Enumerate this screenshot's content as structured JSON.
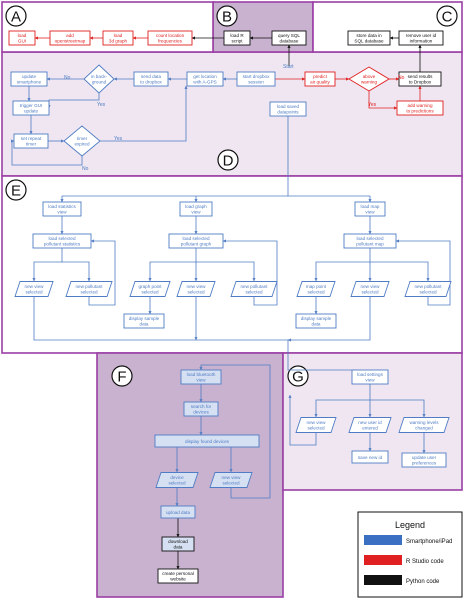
{
  "colors": {
    "blue": "#4f7cc4",
    "red": "#e02020",
    "black": "#111111",
    "purple": "#9b3fa5",
    "panel_dark": "#d8c8dc",
    "panel_mid": "#c9b2cf",
    "panel_light": "#efe6f1"
  },
  "sections": {
    "A": "A",
    "B": "B",
    "C": "C",
    "D": "D",
    "E": "E",
    "F": "F",
    "G": "G"
  },
  "nodes": {
    "load_gui": "load\nGUI",
    "add_openstreetmap": "add\nopenstreetmap",
    "load_3d_graph": "load\n3d graph",
    "count_location": "count location\nfrequencies",
    "load_r_script": "load R\nscript",
    "query_sql": "query SQL\ndatabase",
    "store_sql": "store data in\nSQL database",
    "remove_user_id": "remove user id\ninformation",
    "update_smartphone": "update\nsmartphone",
    "in_background": "in back-\nground",
    "send_dropbox": "send data\nto dropbox",
    "get_location": "get location\nwith A-GPS",
    "start_dropbox": "start dropbox\nsession",
    "predict_air": "predict\nair quality",
    "above_warning": "above\nwarning",
    "send_results": "send results\nto Dropbox",
    "trigger_gui": "trigger GUI\nupdate",
    "set_repeat": "set repeat\ntimer",
    "timer_expired": "timer\nexpired",
    "load_saved": "load saved\ndatapoints",
    "add_warning": "add warning\nto predictions",
    "load_stats_view": "load statistics\nview",
    "load_graph_view": "load graph\nview",
    "load_map_view": "load map\nview",
    "load_sel_stats": "load selected\npollutant statistics",
    "load_sel_graph": "load selected\npollutant graph",
    "load_sel_map": "load selected\npollutant map",
    "new_view_1": "new view\nselected",
    "new_pollutant_1": "new pollutant\nselected",
    "graph_point": "graph point\nselected",
    "new_view_2": "new view\nselected",
    "new_pollutant_2": "new pollutant\nselected",
    "map_point": "map point\nselected",
    "new_view_3": "new view\nselected",
    "new_pollutant_3": "new pollutant\nselected",
    "display_sample_1": "display sample\ndata",
    "display_sample_2": "display sample\ndata",
    "load_bt_view": "load bluetooth\nview",
    "search_devices": "search for\ndevices",
    "display_found": "display found devices",
    "device_selected": "device\nselected",
    "new_view_4": "new view\nselected",
    "upload_data": "upload data",
    "download_data": "download\ndata",
    "create_website": "create personal\nwebsite",
    "load_settings": "load settings\nview",
    "new_view_5": "new view\nselected",
    "new_user_id": "new user id\nentered",
    "warning_levels": "warning levels\nchanged",
    "save_new_id": "save new id",
    "update_prefs": "update user\npreferences"
  },
  "edge_labels": {
    "start": "Start",
    "no_bg": "No",
    "yes_bg": "Yes",
    "yes_timer": "Yes",
    "no_timer": "No",
    "no_warning": "No",
    "yes_warning": "Yes"
  },
  "legend": {
    "title": "Legend",
    "items": [
      {
        "label": "Smartphone/iPad",
        "color": "#3a6fc2"
      },
      {
        "label": "R Studio code",
        "color": "#e02020"
      },
      {
        "label": "Python code",
        "color": "#111111"
      }
    ]
  }
}
